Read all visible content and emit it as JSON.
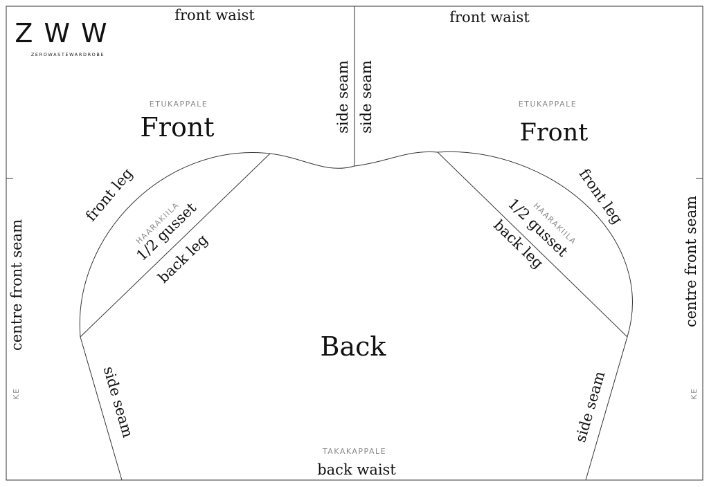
{
  "brand": {
    "logo": "ZWW",
    "tagline": "ZEROWASTEWARDROBE"
  },
  "pieces": {
    "front_left": {
      "label_fi": "ETUKAPPALE",
      "label_en": "Front"
    },
    "front_right": {
      "label_fi": "ETUKAPPALE",
      "label_en": "Front"
    },
    "back": {
      "label_fi": "TAKAKAPPALE",
      "label_en": "Back"
    },
    "gusset_left": {
      "label_fi": "HAARAKIILA",
      "label_en": "1/2 gusset"
    },
    "gusset_right": {
      "label_fi": "HAARAKIILA",
      "label_en": "1/2 gusset"
    }
  },
  "seams": {
    "front_waist_left": "front waist",
    "front_waist_right": "front waist",
    "side_seam_top_left": "side seam",
    "side_seam_top_right": "side seam",
    "front_leg_left": "front leg",
    "front_leg_right": "front leg",
    "back_leg_left": "back leg",
    "back_leg_right": "back leg",
    "centre_front_seam_left": "centre front seam",
    "centre_front_seam_right": "centre front seam",
    "side_seam_bottom_left": "side seam",
    "side_seam_bottom_right": "side seam",
    "back_waist": "back waist"
  },
  "marks": {
    "ke_left": "KE",
    "ke_right": "KE"
  }
}
